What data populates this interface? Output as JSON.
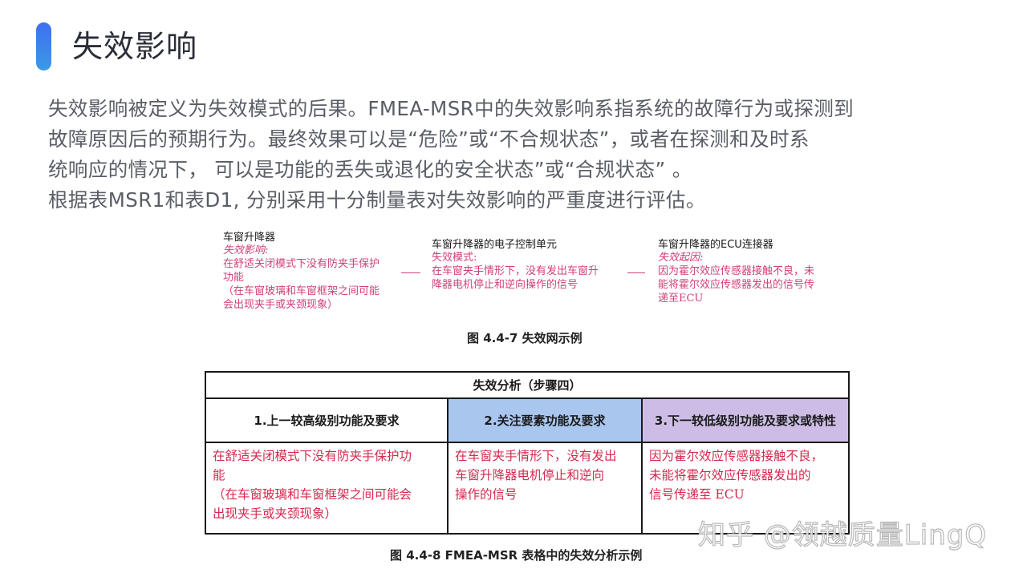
{
  "header": {
    "accent_gradient": [
      "#3f6ff0",
      "#3a9ae6"
    ],
    "title": "失效影响"
  },
  "intro": {
    "lines": [
      "失效影响被定义为失效模式的后果。FMEA-MSR中的失效影响系指系统的故障行为或探测到",
      "故障原因后的预期行为。最终效果可以是“危险”或“不合规状态”，或者在探测和及时系",
      "统响应的情况下， 可以是功能的丢失或退化的安全状态”或“合规状态” 。",
      "根据表MSR1和表D1, 分别采用十分制量表对失效影响的严重度进行评估。"
    ]
  },
  "failure_net": {
    "nodes": [
      {
        "title": "车窗升降器",
        "label": "失效影响:",
        "body": [
          "在舒适关闭模式下没有防夹手保护",
          "功能",
          "（在车窗玻璃和车窗框架之间可能",
          "会出现夹手或夹颈现象）"
        ]
      },
      {
        "title": "车窗升降器的电子控制单元",
        "label": "失效模式:",
        "body": [
          "在车窗夹手情形下，没有发出车窗升",
          "降器电机停止和逆向操作的信号"
        ]
      },
      {
        "title": "车窗升降器的ECU连接器",
        "label": "失效起因:",
        "body": [
          "因为霍尔效应传感器接触不良，未",
          "能将霍尔效应传感器发出的信号传",
          "递至ECU"
        ]
      }
    ],
    "caption": "图 4.4-7  失效网示例"
  },
  "analysis_table": {
    "caption": "失效分析（步骤四）",
    "headers": [
      {
        "label": "1.上一较高级别功能及要求",
        "color": "#ffffff"
      },
      {
        "label": "2.关注要素功能及要求",
        "color": "#a9c6ef"
      },
      {
        "label": "3.下一较低级别功能及要求或特性",
        "color": "#cdbde6"
      }
    ],
    "cells": [
      "在舒适关闭模式下没有防夹手保护功能（在车窗玻璃和车窗框架之间可能会出现夹手或夹颈现象）",
      "在车窗夹手情形下，没有发出车窗升降器电机停止和逆向操作的信号",
      "因为霍尔效应传感器接触不良，未能将霍尔效应传感器发出的信号传递至 ECU"
    ],
    "cell_lines": [
      [
        "在舒适关闭模式下没有防夹手保护功",
        "能",
        "（在车窗玻璃和车窗框架之间可能会",
        "出现夹手或夹颈现象）"
      ],
      [
        "在车窗夹手情形下，没有发出",
        "车窗升降器电机停止和逆向",
        "操作的信号"
      ],
      [
        "因为霍尔效应传感器接触不良，",
        "未能将霍尔效应传感器发出的",
        "信号传递至 ECU"
      ]
    ],
    "figure_caption": "图  4.4-8 FMEA-MSR 表格中的失效分析示例"
  },
  "watermark": "知乎 @领越质量LingQ",
  "colors": {
    "title_text": "#2b2e38",
    "body_text": "#5a5d66",
    "figure_red": "#d0407a",
    "table_red": "#d42a4e"
  }
}
